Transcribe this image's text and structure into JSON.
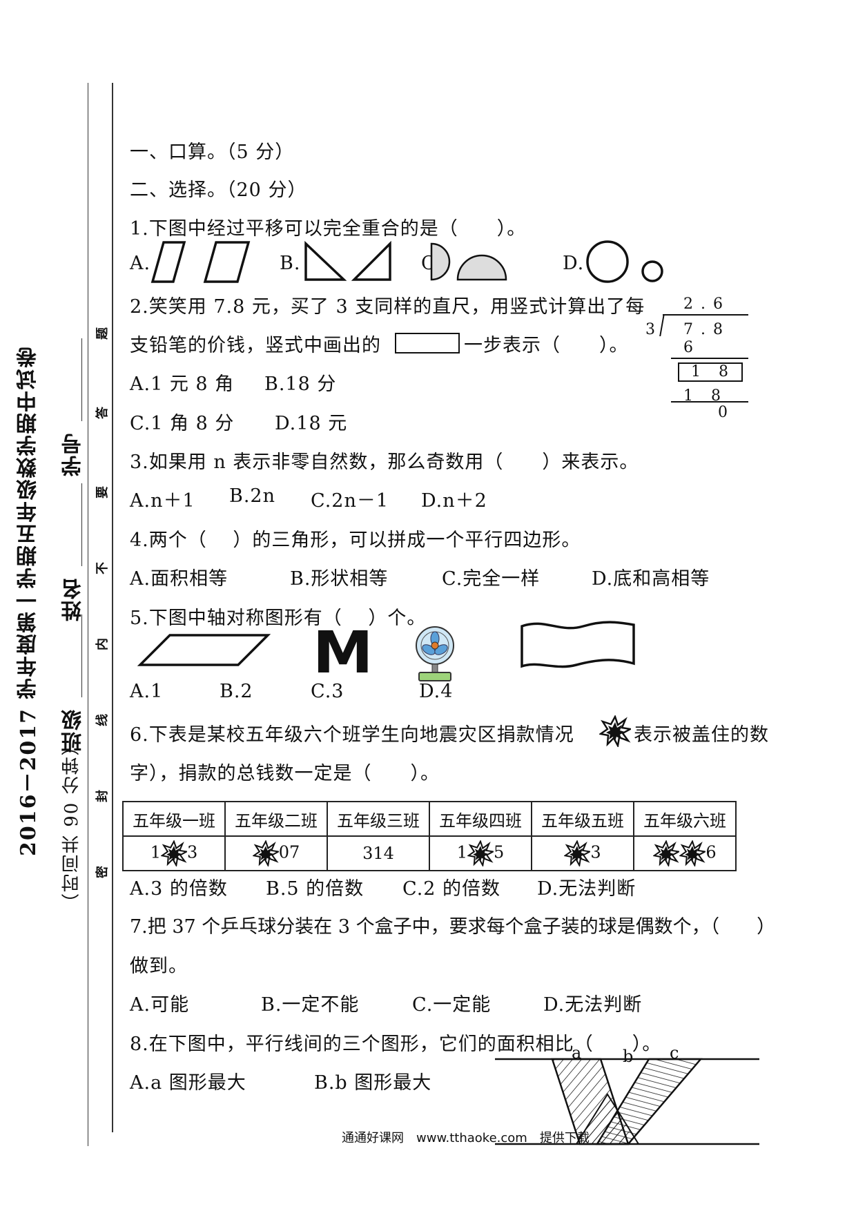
{
  "sidebar": {
    "exam_title": "2016－2017 学年度第一学期五年级数学期中试卷",
    "time_note": "（时间共 90 分钟）",
    "class_label": "班级",
    "name_label": "姓名",
    "id_label": "学号",
    "seal_chars": [
      "题",
      "答",
      "要",
      "不",
      "内",
      "线",
      "封",
      "密"
    ]
  },
  "sections": {
    "s1": "一、口算。（5 分）",
    "s2": "二、选择。（20 分）"
  },
  "q1": {
    "stem": "1.下图中经过平移可以完全重合的是（　　）。",
    "labels": [
      "A.",
      "B.",
      "C.",
      "D."
    ]
  },
  "q2": {
    "line1": "2.笑笑用 7.8 元，买了 3 支同样的直尺，用竖式计算出了每",
    "line2a": "支铅笔的价钱，竖式中画出的",
    "line2b": "一步表示（　　）。",
    "opt_ab": [
      "A.1 元 8 角",
      "B.18 分"
    ],
    "opt_cd": [
      "C.1 角 8 分",
      "D.18 元"
    ],
    "division": {
      "quotient": "2 . 6",
      "divisor": "3",
      "dividend": "7 . 8",
      "step1": "6",
      "boxed": "1　8",
      "step2": "1　8",
      "remainder": "0"
    }
  },
  "q3": {
    "stem": "3.如果用 n 表示非零自然数，那么奇数用（　　）来表示。",
    "options": [
      "A.n＋1",
      "B.2n",
      "C.2n－1",
      "D.n＋2"
    ]
  },
  "q4": {
    "stem": "4.两个（　 ）的三角形，可以拼成一个平行四边形。",
    "options": [
      "A.面积相等",
      "B.形状相等",
      "C.完全一样",
      "D.底和高相等"
    ]
  },
  "q5": {
    "stem": "5.下图中轴对称图形有（　 ）个。",
    "letter_m": "M",
    "options": [
      "A.1",
      "B.2",
      "C.3",
      "D.4"
    ]
  },
  "q6": {
    "line1a": "6.下表是某校五年级六个班学生向地震灾区捐款情况",
    "line1b": "表示被盖住的数",
    "line2": "字），捐款的总钱数一定是（　　）。",
    "headers": [
      "五年级一班",
      "五年级二班",
      "五年级三班",
      "五年级四班",
      "五年级五班",
      "五年级六班"
    ],
    "cells": [
      {
        "pre": "1",
        "post": "3"
      },
      {
        "pre": "",
        "post": "07"
      },
      {
        "pre": "314",
        "post": ""
      },
      {
        "pre": "1",
        "post": "5"
      },
      {
        "pre": "",
        "post": "3"
      },
      {
        "pre": "",
        "post": "6"
      }
    ],
    "options": [
      "A.3 的倍数",
      "B.5 的倍数",
      "C.2 的倍数",
      "D.无法判断"
    ]
  },
  "q7": {
    "line1": "7.把 37 个乒乓球分装在 3 个盒子中，要求每个盒子装的球是偶数个，（　　）",
    "line2": "做到。",
    "options": [
      "A.可能",
      "B.一定不能",
      "C.一定能",
      "D.无法判断"
    ]
  },
  "q8": {
    "stem": "8.在下图中，平行线间的三个图形，它们的面积相比（　　）。",
    "opt_ab": [
      "A.a 图形最大",
      "B.b 图形最大"
    ],
    "fig_labels": [
      "a",
      "b",
      "c"
    ]
  },
  "footer": "通通好课网　www.tthaoke.com　提供下载"
}
